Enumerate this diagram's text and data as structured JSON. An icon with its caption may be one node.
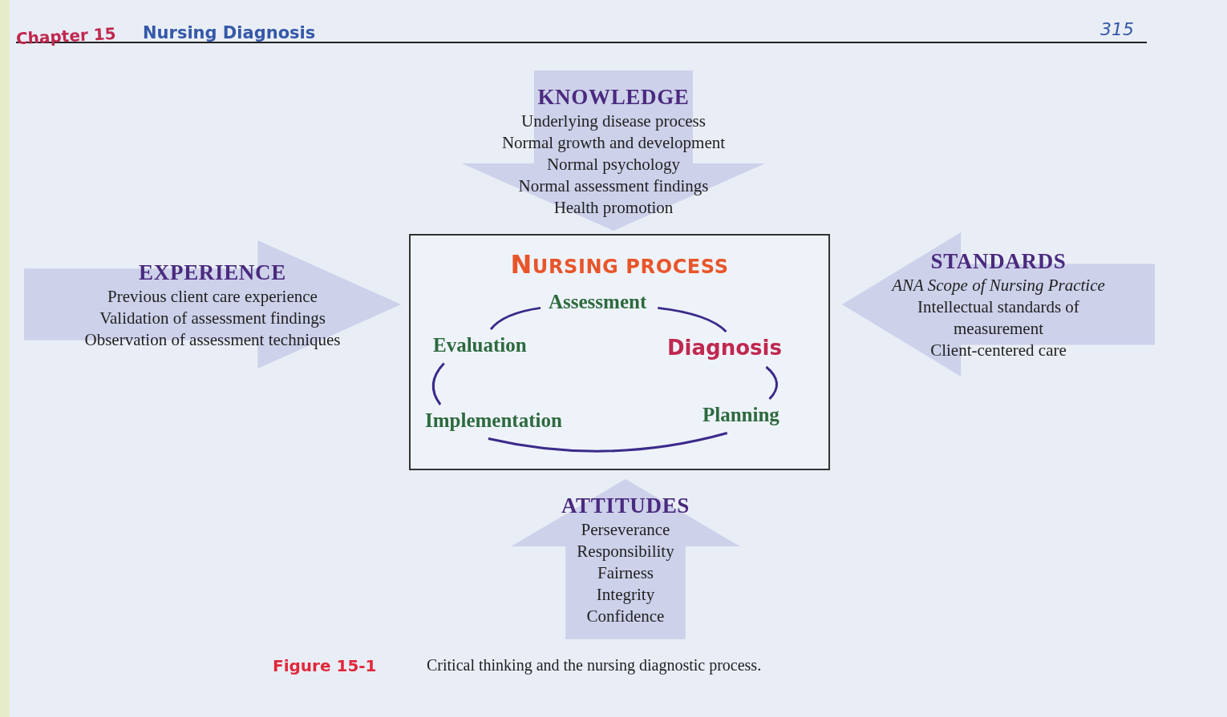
{
  "diagram": {
    "caption": "Critical thinking and the nursing diagnostic process.",
    "nodes": [
      {
        "text": [
          "KNOWLEDGE",
          "Underlying disease process",
          "Normal growth and development",
          "Normal psychology",
          "Normal assessment findings",
          "Health promotion"
        ]
      },
      {
        "text": [
          "EXPERIENCE",
          "Previous client care experience",
          "Validation of assessment findings",
          "Observation of assessment techniques"
        ]
      },
      {
        "text": [
          "NURSING PROCESS"
        ]
      },
      {
        "text": [
          "Assessment"
        ],
        "in": 2
      },
      {
        "text": [
          "Evaluation"
        ],
        "in": 2
      },
      {
        "text": [
          "Diagnosis"
        ],
        "in": 2
      },
      {
        "text": [
          "Implementation"
        ],
        "in": 2
      },
      {
        "text": [
          "Planning"
        ],
        "in": 2
      },
      {
        "text": [
          "STANDARDS",
          "*ANA Scope of Nursing Practice*",
          "Intellectual standards of measurement",
          "Client-centered care"
        ]
      },
      {
        "text": [
          "ATTITUDES",
          "Perseverance",
          "Responsibility",
          "Fairness",
          "Integrity",
          "Confidence"
        ]
      }
    ],
    "edges": [
      {
        "from": 3,
        "to": 5,
        "arrow": "none"
      },
      {
        "from": 5,
        "to": 7,
        "arrow": "none"
      },
      {
        "from": 7,
        "to": 6,
        "arrow": "none"
      },
      {
        "from": 6,
        "to": 4,
        "arrow": "none"
      },
      {
        "from": 4,
        "to": 3,
        "arrow": "none"
      }
    ],
    "labels": [
      "Chapter 15",
      "Nursing Diagnosis",
      "315",
      "Figure 15-1"
    ]
  }
}
